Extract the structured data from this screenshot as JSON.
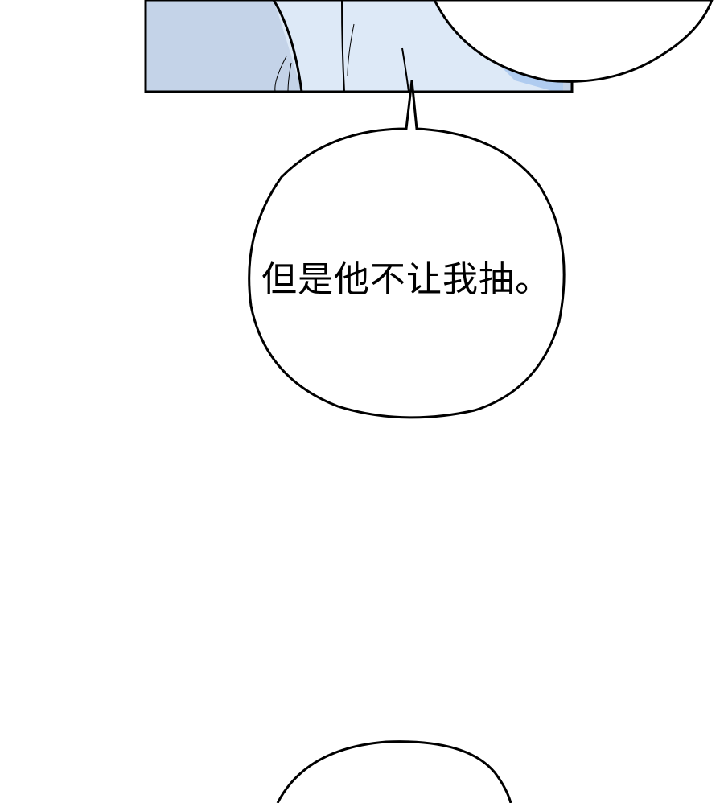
{
  "panel": {
    "background_color": "#c4d3e8",
    "light_color": "#dde9f7",
    "accent_color": "#b0ccf0",
    "border_color": "#000000"
  },
  "bubbles": [
    {
      "id": "top-right-bubble",
      "text": ""
    },
    {
      "id": "main-bubble",
      "text": "但是他不让我抽。"
    },
    {
      "id": "bottom-bubble",
      "text": ""
    }
  ]
}
